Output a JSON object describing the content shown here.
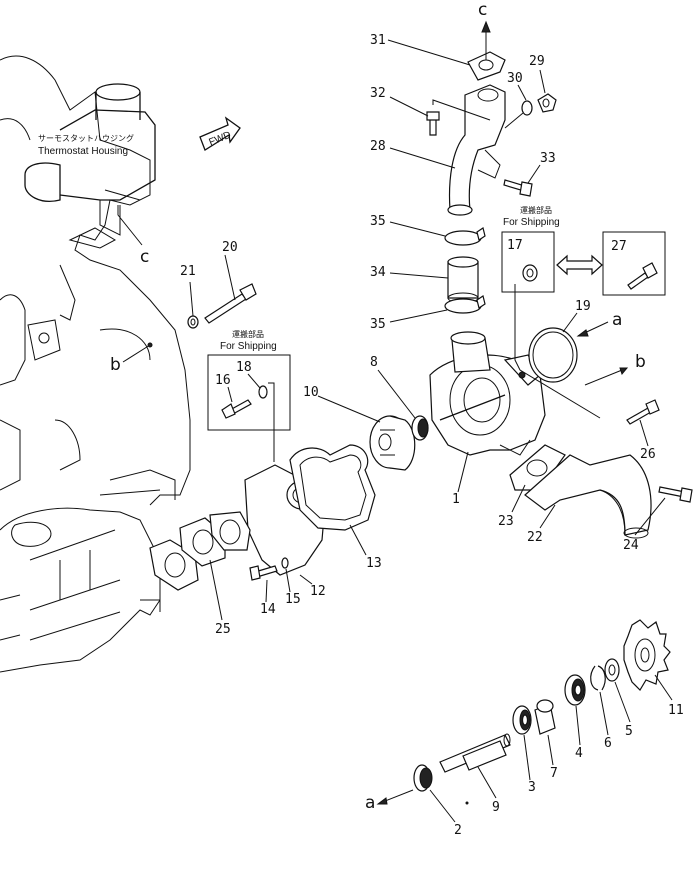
{
  "callouts": {
    "n1": "1",
    "n2": "2",
    "n3": "3",
    "n4": "4",
    "n5": "5",
    "n6": "6",
    "n7": "7",
    "n8": "8",
    "n9": "9",
    "n10": "10",
    "n11": "11",
    "n12": "12",
    "n13": "13",
    "n14": "14",
    "n15": "15",
    "n16": "16",
    "n17": "17",
    "n18": "18",
    "n19": "19",
    "n20": "20",
    "n21": "21",
    "n22": "22",
    "n23": "23",
    "n24": "24",
    "n25": "25",
    "n26": "26",
    "n27": "27",
    "n28": "28",
    "n29": "29",
    "n30": "30",
    "n31": "31",
    "n32": "32",
    "n33": "33",
    "n34": "34",
    "n35a": "35",
    "n35b": "35"
  },
  "refs": {
    "a1": "a",
    "a2": "a",
    "b1": "b",
    "b2": "b",
    "c1": "c",
    "c2": "c"
  },
  "labels": {
    "thermostat_jp": "サーモスタットハウジング",
    "thermostat_en": "Thermostat Housing",
    "fwd": "FWD",
    "shipping_jp_1": "運搬部品",
    "shipping_en_1": "For Shipping",
    "shipping_jp_2": "運搬部品",
    "shipping_en_2": "For Shipping"
  }
}
